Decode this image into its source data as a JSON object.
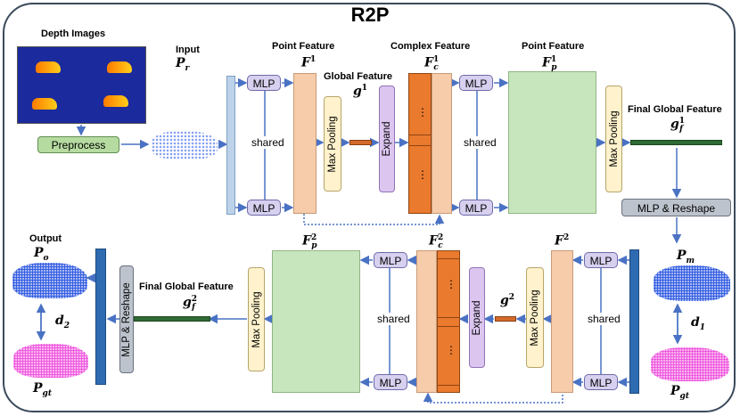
{
  "title": "R2P",
  "labels": {
    "depth_images": "Depth Images",
    "preprocess": "Preprocess",
    "input": "Input",
    "point_feature": "Point Feature",
    "global_feature": "Global Feature",
    "complex_feature": "Complex Feature",
    "point_feature_2": "Point Feature",
    "final_global_feature": "Final Global Feature",
    "final_global_feature_2": "Final Global Feature",
    "output": "Output",
    "mlp": "MLP",
    "shared": "shared",
    "max_pooling": "Max Pooling",
    "expand": "Expand",
    "mlp_reshape": "MLP & Reshape",
    "ellipsis": "⋮"
  },
  "symbols": {
    "P_r": {
      "base": "P",
      "sub": "r",
      "sup": ""
    },
    "F_1": {
      "base": "F",
      "sub": "",
      "sup": "1"
    },
    "g_1": {
      "base": "g",
      "sub": "",
      "sup": "1"
    },
    "F_c1": {
      "base": "F",
      "sub": "c",
      "sup": "1"
    },
    "F_p1": {
      "base": "F",
      "sub": "p",
      "sup": "1"
    },
    "g_f1": {
      "base": "g",
      "sub": "f",
      "sup": "1"
    },
    "P_m": {
      "base": "P",
      "sub": "m",
      "sup": ""
    },
    "d_1": {
      "base": "d",
      "sub": "1",
      "sup": ""
    },
    "P_gt_right": {
      "base": "P",
      "sub": "gt",
      "sup": ""
    },
    "F_2": {
      "base": "F",
      "sub": "",
      "sup": "2"
    },
    "g_2": {
      "base": "g",
      "sub": "",
      "sup": "2"
    },
    "F_c2": {
      "base": "F",
      "sub": "c",
      "sup": "2"
    },
    "F_p2": {
      "base": "F",
      "sub": "p",
      "sup": "2"
    },
    "g_f2": {
      "base": "g",
      "sub": "f",
      "sup": "2"
    },
    "P_o": {
      "base": "P",
      "sub": "o",
      "sup": ""
    },
    "d_2": {
      "base": "d",
      "sub": "2",
      "sup": ""
    },
    "P_gt_left": {
      "base": "P",
      "sub": "gt",
      "sup": ""
    }
  },
  "colors": {
    "frame": "#3a4a5c",
    "arrow": "#4a72c4",
    "input_bar": "#bcd3ea",
    "dark_bar": "#2e6bb1",
    "point_feature": "#f6ccaa",
    "complex_feature": "#e97a2e",
    "pooled_feature": "#c8e6bd",
    "max_pooling": "#fff2cc",
    "expand": "#dcc6f0",
    "mlp_pill": "#d7d0ef",
    "global_vec_small": "#d36a2a",
    "global_vec_final": "#2f6b34",
    "cloud_blue": "#2a56e0",
    "cloud_pink": "#ee4fdc"
  }
}
